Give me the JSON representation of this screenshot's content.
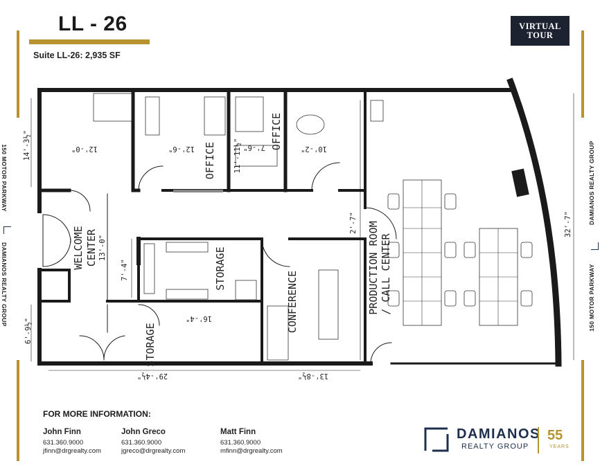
{
  "header": {
    "title": "LL - 26",
    "subtitle": "Suite LL-26: 2,935 SF",
    "virtual_tour_line1": "VIRTUAL",
    "virtual_tour_line2": "TOUR"
  },
  "side_labels": {
    "left_top": "150 MOTOR PARKWAY",
    "left_bottom": "DAMIANOS REALTY GROUP",
    "right_top": "DAMIANOS REALTY GROUP",
    "right_bottom": "150 MOTOR PARKWAY"
  },
  "floorplan": {
    "rooms": {
      "office1": "OFFICE",
      "office2": "OFFICE",
      "welcome": "WELCOME",
      "center": "CENTER",
      "storage1": "STORAGE",
      "storage2": "STORAGE",
      "conference": "CONFERENCE",
      "production": "PRODUCTION ROOM",
      "call_center": "/ CALL CENTER"
    },
    "dimensions": {
      "d1": "14'-3½\"",
      "d2": "12'-0\"",
      "d3": "12'-6\"",
      "d4": "11'-11½\"",
      "d5": "7'-6\"",
      "d6": "10'-2\"",
      "d7": "13'-0\"",
      "d8": "7'-4\"",
      "d9": "2'-7\"",
      "d10": "16'-4\"",
      "d11": "6'-9½\"",
      "d12": "29'-4½\"",
      "d13": "13'-8½\"",
      "d14": "32'-7\""
    }
  },
  "footer": {
    "info_heading": "FOR MORE INFORMATION:",
    "contacts": [
      {
        "name": "John Finn",
        "phone": "631.360.9000",
        "email": "jfinn@drgrealty.com"
      },
      {
        "name": "John Greco",
        "phone": "631.360.9000",
        "email": "jgreco@drgrealty.com"
      },
      {
        "name": "Matt Finn",
        "phone": "631.360.9000",
        "email": "mfinn@drgrealty.com"
      }
    ],
    "brand_name": "DAMIANOS",
    "brand_sub": "REALTY GROUP",
    "years_num": "55",
    "years_label": "YEARS"
  },
  "colors": {
    "gold": "#b7942f",
    "navy": "#1d2f4c",
    "wall": "#1a1a1a"
  }
}
